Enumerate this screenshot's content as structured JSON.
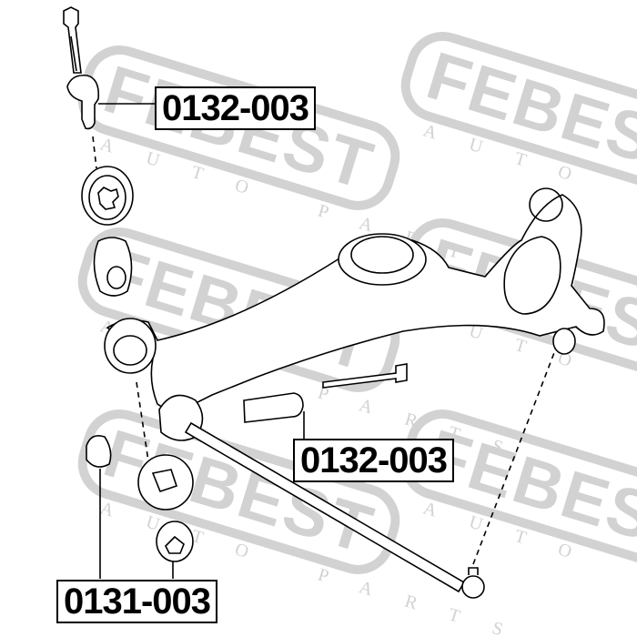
{
  "watermark": {
    "brand": "FEBEST",
    "sub": "AUTO PARTS"
  },
  "callouts": [
    {
      "part_number": "0132-003"
    },
    {
      "part_number": "0132-003"
    },
    {
      "part_number": "0131-003"
    }
  ]
}
